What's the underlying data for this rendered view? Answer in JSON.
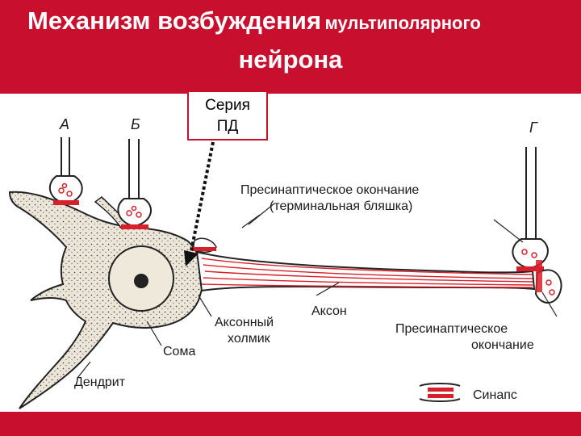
{
  "title": {
    "part1": "Механизм возбуждения",
    "part2": "мультиполярного",
    "line2": "нейрона"
  },
  "callout": {
    "line1": "Серия",
    "line2": "ПД"
  },
  "labels": {
    "a": "А",
    "b": "Б",
    "g": "Г",
    "presynaptic_terminal_1": "Пресинаптическое окончание",
    "presynaptic_terminal_2": "(терминальная бляшка)",
    "axon": "Аксон",
    "axon_hillock_1": "Аксонный",
    "axon_hillock_2": "холмик",
    "soma": "Сома",
    "dendrite": "Дендрит",
    "presynaptic_ending_1": "Пресинаптическое",
    "presynaptic_ending_2": "окончание",
    "synapse": "Синапс"
  },
  "colors": {
    "header": "#c8102e",
    "synapse_red": "#d9202a",
    "soma_fill": "#ece6d8",
    "outline": "#222222"
  }
}
